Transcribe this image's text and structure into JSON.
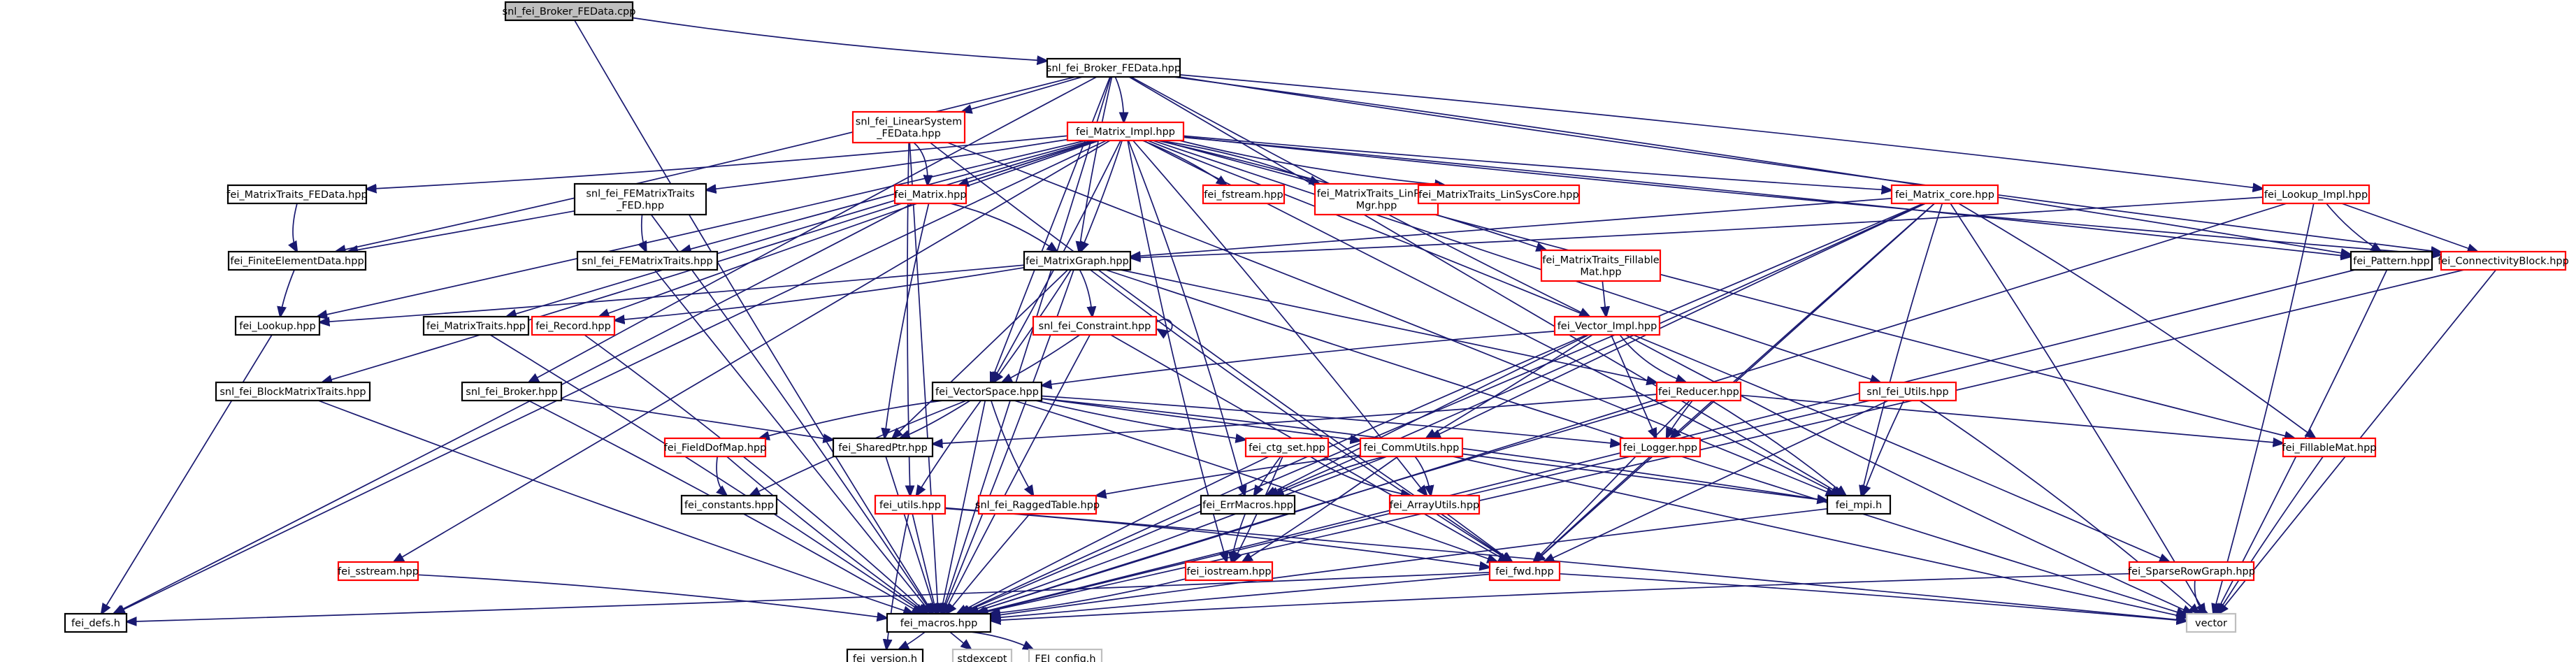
{
  "colors": {
    "root_fill": "#bfbfbf",
    "root_border": "#000000",
    "documented_border": "#000000",
    "undocumented_border": "#ff0000",
    "system_border": "#bfbfbf",
    "system_text": "#777777",
    "edge": "#191970"
  },
  "nodes": [
    {
      "id": "root",
      "label": "snl_fei_Broker_FEData.cpp",
      "kind": "root"
    },
    {
      "id": "brokerFEData",
      "label": "snl_fei_Broker_FEData.hpp",
      "kind": "doc"
    },
    {
      "id": "linSys",
      "label": [
        "snl_fei_LinearSystem",
        "_FEData.hpp"
      ],
      "kind": "red"
    },
    {
      "id": "matrixImpl",
      "label": "fei_Matrix_Impl.hpp",
      "kind": "red"
    },
    {
      "id": "lookupImpl",
      "label": "fei_Lookup_Impl.hpp",
      "kind": "red"
    },
    {
      "id": "mtFEData",
      "label": "fei_MatrixTraits_FEData.hpp",
      "kind": "doc"
    },
    {
      "id": "feMatrixTraitsFED",
      "label": [
        "snl_fei_FEMatrixTraits",
        "_FED.hpp"
      ],
      "kind": "doc"
    },
    {
      "id": "feiMatrix",
      "label": "fei_Matrix.hpp",
      "kind": "red"
    },
    {
      "id": "fstream",
      "label": "fei_fstream.hpp",
      "kind": "red"
    },
    {
      "id": "mtLinProb",
      "label": [
        "fei_MatrixTraits_LinProb",
        "Mgr.hpp"
      ],
      "kind": "red"
    },
    {
      "id": "mtLinSysCore",
      "label": "fei_MatrixTraits_LinSysCore.hpp",
      "kind": "red"
    },
    {
      "id": "matrixCore",
      "label": "fei_Matrix_core.hpp",
      "kind": "red"
    },
    {
      "id": "feData",
      "label": "fei_FiniteElementData.hpp",
      "kind": "doc"
    },
    {
      "id": "feMatrixTraits",
      "label": "snl_fei_FEMatrixTraits.hpp",
      "kind": "doc"
    },
    {
      "id": "matrixGraph",
      "label": "fei_MatrixGraph.hpp",
      "kind": "doc"
    },
    {
      "id": "mtFillable",
      "label": [
        "fei_MatrixTraits_Fillable",
        "Mat.hpp"
      ],
      "kind": "red"
    },
    {
      "id": "pattern",
      "label": "fei_Pattern.hpp",
      "kind": "doc"
    },
    {
      "id": "connBlock",
      "label": "fei_ConnectivityBlock.hpp",
      "kind": "red"
    },
    {
      "id": "lookup",
      "label": "fei_Lookup.hpp",
      "kind": "doc"
    },
    {
      "id": "matrixTraits",
      "label": "fei_MatrixTraits.hpp",
      "kind": "doc"
    },
    {
      "id": "record",
      "label": "fei_Record.hpp",
      "kind": "red"
    },
    {
      "id": "constraint",
      "label": "snl_fei_Constraint.hpp",
      "kind": "red"
    },
    {
      "id": "vectorImpl",
      "label": "fei_Vector_Impl.hpp",
      "kind": "red"
    },
    {
      "id": "blockMT",
      "label": "snl_fei_BlockMatrixTraits.hpp",
      "kind": "doc"
    },
    {
      "id": "broker",
      "label": "snl_fei_Broker.hpp",
      "kind": "doc"
    },
    {
      "id": "vectorSpace",
      "label": "fei_VectorSpace.hpp",
      "kind": "doc"
    },
    {
      "id": "reducer",
      "label": "fei_Reducer.hpp",
      "kind": "red"
    },
    {
      "id": "snlUtils",
      "label": "snl_fei_Utils.hpp",
      "kind": "red"
    },
    {
      "id": "fieldDof",
      "label": "fei_FieldDofMap.hpp",
      "kind": "red"
    },
    {
      "id": "sharedPtr",
      "label": "fei_SharedPtr.hpp",
      "kind": "doc"
    },
    {
      "id": "ctgSet",
      "label": "fei_ctg_set.hpp",
      "kind": "red"
    },
    {
      "id": "commUtils",
      "label": "fei_CommUtils.hpp",
      "kind": "red"
    },
    {
      "id": "logger",
      "label": "fei_Logger.hpp",
      "kind": "red"
    },
    {
      "id": "fillableMat",
      "label": "fei_FillableMat.hpp",
      "kind": "red"
    },
    {
      "id": "constants",
      "label": "fei_constants.hpp",
      "kind": "doc"
    },
    {
      "id": "utils",
      "label": "fei_utils.hpp",
      "kind": "red"
    },
    {
      "id": "raggedTable",
      "label": "snl_fei_RaggedTable.hpp",
      "kind": "red"
    },
    {
      "id": "errMacros",
      "label": "fei_ErrMacros.hpp",
      "kind": "doc"
    },
    {
      "id": "arrayUtils",
      "label": "fei_ArrayUtils.hpp",
      "kind": "red"
    },
    {
      "id": "mpi",
      "label": "fei_mpi.h",
      "kind": "doc"
    },
    {
      "id": "sstream",
      "label": "fei_sstream.hpp",
      "kind": "red"
    },
    {
      "id": "iostream",
      "label": "fei_iostream.hpp",
      "kind": "red"
    },
    {
      "id": "fwd",
      "label": "fei_fwd.hpp",
      "kind": "red"
    },
    {
      "id": "sparseRowGraph",
      "label": "fei_SparseRowGraph.hpp",
      "kind": "red"
    },
    {
      "id": "defs",
      "label": "fei_defs.h",
      "kind": "doc"
    },
    {
      "id": "macros",
      "label": "fei_macros.hpp",
      "kind": "doc"
    },
    {
      "id": "vector",
      "label": "vector",
      "kind": "sys"
    },
    {
      "id": "version",
      "label": "fei_version.h",
      "kind": "doc"
    },
    {
      "id": "stdexcept",
      "label": "stdexcept",
      "kind": "sys"
    },
    {
      "id": "feiConfig",
      "label": "FEI_config.h",
      "kind": "sys"
    }
  ],
  "edges": [
    [
      "root",
      "brokerFEData"
    ],
    [
      "root",
      "macros"
    ],
    [
      "brokerFEData",
      "linSys"
    ],
    [
      "brokerFEData",
      "matrixImpl"
    ],
    [
      "brokerFEData",
      "lookupImpl"
    ],
    [
      "brokerFEData",
      "feData"
    ],
    [
      "brokerFEData",
      "matrixGraph"
    ],
    [
      "brokerFEData",
      "vectorSpace"
    ],
    [
      "brokerFEData",
      "broker"
    ],
    [
      "brokerFEData",
      "pattern"
    ],
    [
      "brokerFEData",
      "connBlock"
    ],
    [
      "brokerFEData",
      "vectorImpl"
    ],
    [
      "brokerFEData",
      "mpi"
    ],
    [
      "brokerFEData",
      "macros"
    ],
    [
      "linSys",
      "feiMatrix"
    ],
    [
      "linSys",
      "fwd"
    ],
    [
      "linSys",
      "utils"
    ],
    [
      "linSys",
      "macros"
    ],
    [
      "linSys",
      "mpi"
    ],
    [
      "matrixImpl",
      "defs"
    ],
    [
      "matrixImpl",
      "mtFEData"
    ],
    [
      "matrixImpl",
      "feMatrixTraitsFED"
    ],
    [
      "matrixImpl",
      "feiMatrix"
    ],
    [
      "matrixImpl",
      "fstream"
    ],
    [
      "matrixImpl",
      "mtLinProb"
    ],
    [
      "matrixImpl",
      "mtLinSysCore"
    ],
    [
      "matrixImpl",
      "matrixCore"
    ],
    [
      "matrixImpl",
      "feMatrixTraits"
    ],
    [
      "matrixImpl",
      "matrixGraph"
    ],
    [
      "matrixImpl",
      "mtFillable"
    ],
    [
      "matrixImpl",
      "connBlock"
    ],
    [
      "matrixImpl",
      "lookup"
    ],
    [
      "matrixImpl",
      "matrixTraits"
    ],
    [
      "matrixImpl",
      "record"
    ],
    [
      "matrixImpl",
      "vectorSpace"
    ],
    [
      "matrixImpl",
      "blockMT"
    ],
    [
      "matrixImpl",
      "sstream"
    ],
    [
      "matrixImpl",
      "snlUtils"
    ],
    [
      "matrixImpl",
      "arrayUtils"
    ],
    [
      "matrixImpl",
      "errMacros"
    ],
    [
      "matrixImpl",
      "iostream"
    ],
    [
      "matrixImpl",
      "fillableMat"
    ],
    [
      "matrixImpl",
      "mpi"
    ],
    [
      "matrixImpl",
      "pattern"
    ],
    [
      "matrixImpl",
      "sparseRowGraph"
    ],
    [
      "lookupImpl",
      "matrixGraph"
    ],
    [
      "lookupImpl",
      "pattern"
    ],
    [
      "lookupImpl",
      "connBlock"
    ],
    [
      "lookupImpl",
      "macros"
    ],
    [
      "lookupImpl",
      "vector"
    ],
    [
      "mtFEData",
      "feData"
    ],
    [
      "feMatrixTraitsFED",
      "feMatrixTraits"
    ],
    [
      "feMatrixTraitsFED",
      "feData"
    ],
    [
      "feMatrixTraitsFED",
      "macros"
    ],
    [
      "feiMatrix",
      "matrixGraph"
    ],
    [
      "feiMatrix",
      "sharedPtr"
    ],
    [
      "feiMatrix",
      "defs"
    ],
    [
      "matrixCore",
      "matrixGraph"
    ],
    [
      "matrixCore",
      "commUtils"
    ],
    [
      "matrixCore",
      "fillableMat"
    ],
    [
      "matrixCore",
      "mpi"
    ],
    [
      "matrixCore",
      "fwd"
    ],
    [
      "matrixCore",
      "macros"
    ],
    [
      "matrixCore",
      "vector"
    ],
    [
      "matrixCore",
      "logger"
    ],
    [
      "matrixCore",
      "errMacros"
    ],
    [
      "feData",
      "lookup"
    ],
    [
      "feMatrixTraits",
      "macros"
    ],
    [
      "matrixGraph",
      "constraint"
    ],
    [
      "matrixGraph",
      "vectorSpace"
    ],
    [
      "matrixGraph",
      "record"
    ],
    [
      "matrixGraph",
      "lookup"
    ],
    [
      "matrixGraph",
      "reducer"
    ],
    [
      "matrixGraph",
      "sharedPtr"
    ],
    [
      "matrixGraph",
      "macros"
    ],
    [
      "matrixGraph",
      "fwd"
    ],
    [
      "matrixGraph",
      "vector"
    ],
    [
      "mtFillable",
      "vectorImpl"
    ],
    [
      "pattern",
      "macros"
    ],
    [
      "pattern",
      "vector"
    ],
    [
      "connBlock",
      "macros"
    ],
    [
      "connBlock",
      "vector"
    ],
    [
      "lookup",
      "defs"
    ],
    [
      "matrixTraits",
      "macros"
    ],
    [
      "record",
      "macros"
    ],
    [
      "constraint",
      "vectorSpace"
    ],
    [
      "constraint",
      "macros"
    ],
    [
      "constraint",
      "fwd"
    ],
    [
      "constraint",
      "constraint"
    ],
    [
      "vectorImpl",
      "vectorSpace"
    ],
    [
      "vectorImpl",
      "reducer"
    ],
    [
      "vectorImpl",
      "commUtils"
    ],
    [
      "vectorImpl",
      "logger"
    ],
    [
      "vectorImpl",
      "errMacros"
    ],
    [
      "vectorImpl",
      "macros"
    ],
    [
      "vectorImpl",
      "vector"
    ],
    [
      "blockMT",
      "macros"
    ],
    [
      "broker",
      "sharedPtr"
    ],
    [
      "broker",
      "macros"
    ],
    [
      "vectorSpace",
      "fieldDof"
    ],
    [
      "vectorSpace",
      "sharedPtr"
    ],
    [
      "vectorSpace",
      "ctgSet"
    ],
    [
      "vectorSpace",
      "commUtils"
    ],
    [
      "vectorSpace",
      "logger"
    ],
    [
      "vectorSpace",
      "constants"
    ],
    [
      "vectorSpace",
      "utils"
    ],
    [
      "vectorSpace",
      "raggedTable"
    ],
    [
      "vectorSpace",
      "macros"
    ],
    [
      "vectorSpace",
      "fwd"
    ],
    [
      "vectorSpace",
      "mpi"
    ],
    [
      "reducer",
      "logger"
    ],
    [
      "reducer",
      "sharedPtr"
    ],
    [
      "reducer",
      "fillableMat"
    ],
    [
      "reducer",
      "mpi"
    ],
    [
      "reducer",
      "macros"
    ],
    [
      "reducer",
      "fwd"
    ],
    [
      "snlUtils",
      "mpi"
    ],
    [
      "snlUtils",
      "fwd"
    ],
    [
      "snlUtils",
      "macros"
    ],
    [
      "snlUtils",
      "vector"
    ],
    [
      "fieldDof",
      "constants"
    ],
    [
      "fieldDof",
      "macros"
    ],
    [
      "sharedPtr",
      "macros"
    ],
    [
      "ctgSet",
      "iostream"
    ],
    [
      "ctgSet",
      "macros"
    ],
    [
      "ctgSet",
      "arrayUtils"
    ],
    [
      "ctgSet",
      "errMacros"
    ],
    [
      "commUtils",
      "mpi"
    ],
    [
      "commUtils",
      "raggedTable"
    ],
    [
      "commUtils",
      "errMacros"
    ],
    [
      "commUtils",
      "iostream"
    ],
    [
      "commUtils",
      "macros"
    ],
    [
      "commUtils",
      "vector"
    ],
    [
      "commUtils",
      "arrayUtils"
    ],
    [
      "logger",
      "fwd"
    ],
    [
      "fillableMat",
      "vector"
    ],
    [
      "utils",
      "version"
    ],
    [
      "utils",
      "macros"
    ],
    [
      "utils",
      "vector"
    ],
    [
      "utils",
      "fwd"
    ],
    [
      "raggedTable",
      "macros"
    ],
    [
      "errMacros",
      "iostream"
    ],
    [
      "arrayUtils",
      "fwd"
    ],
    [
      "mpi",
      "macros"
    ],
    [
      "sstream",
      "macros"
    ],
    [
      "iostream",
      "macros"
    ],
    [
      "fwd",
      "defs"
    ],
    [
      "fwd",
      "macros"
    ],
    [
      "fwd",
      "vector"
    ],
    [
      "sparseRowGraph",
      "macros"
    ],
    [
      "sparseRowGraph",
      "vector"
    ],
    [
      "macros",
      "version"
    ],
    [
      "macros",
      "stdexcept"
    ],
    [
      "macros",
      "feiConfig"
    ]
  ]
}
